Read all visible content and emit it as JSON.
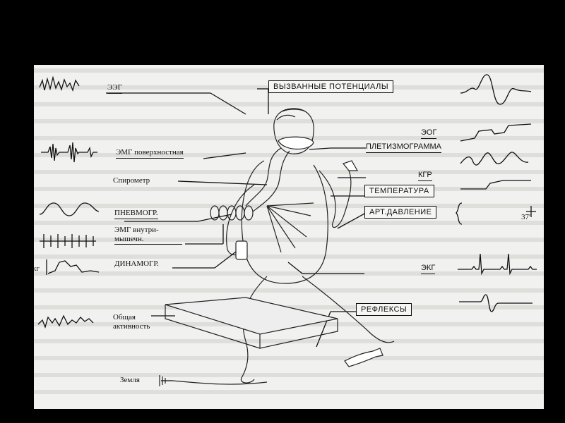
{
  "labels": {
    "eeg": "ЭЭГ",
    "emg_surface": "ЭМГ поверхностная",
    "spirometer": "Спирометр",
    "pneumogram": "ПНЕВМОГР.",
    "emg_intramuscular": "ЭМГ внутри-мышечн.",
    "dynamogram": "ДИНАМОГР.",
    "kg": "кг",
    "general_activity": "Общая активность",
    "ground": "Земля",
    "evoked_potentials": "ВЫЗВАННЫЕ ПОТЕНЦИАЛЫ",
    "eog": "ЭОГ",
    "plethysmogram": "ПЛЕТИЗМОГРАММА",
    "kgr": "КГР",
    "temperature": "ТЕМПЕРАТУРА",
    "blood_pressure": "АРТ.ДАВЛЕНИЕ",
    "temp_value": "37'",
    "ecg": "ЭКГ",
    "reflexes": "РЕФЛЕКСЫ"
  },
  "colors": {
    "background": "#000000",
    "sheet": "#f1f1ef",
    "ink": "#111111"
  }
}
